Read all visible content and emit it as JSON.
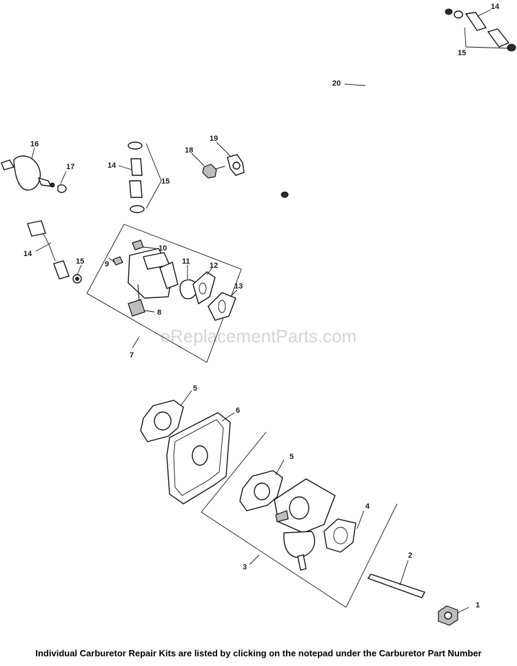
{
  "diagram": {
    "watermark": "eReplacementParts.com",
    "part_labels": [
      "1",
      "2",
      "3",
      "4",
      "5",
      "5",
      "6",
      "7",
      "8",
      "9",
      "10",
      "11",
      "12",
      "13",
      "14",
      "14",
      "14",
      "15",
      "15",
      "15",
      "16",
      "17",
      "18",
      "19",
      "20"
    ]
  },
  "footer": {
    "note": "Individual Carburetor Repair Kits are listed by clicking on the notepad under the Carburetor Part Number"
  }
}
